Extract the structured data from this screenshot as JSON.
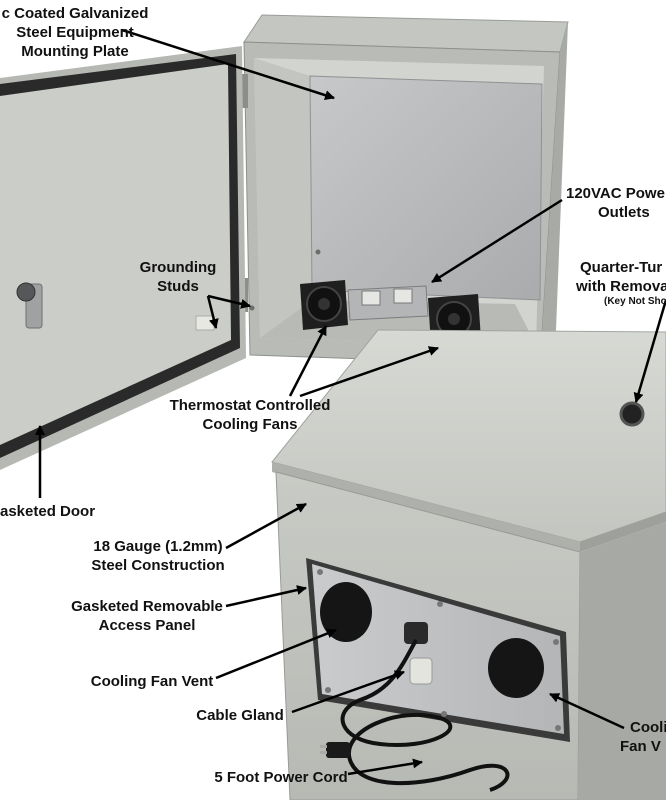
{
  "palette": {
    "enclosure": "#c9cbc6",
    "enclosure_dark": "#9ea19b",
    "interior": "#d4d6d1",
    "plate": "#c7c9cb",
    "gasket": "#2a2a2a",
    "fan": "#1c1c1c",
    "background": "#ffffff",
    "text": "#111111"
  },
  "callouts": {
    "mounting_plate": [
      "c Coated Galvanized",
      "Steel Equipment",
      "Mounting Plate"
    ],
    "outlets": [
      "120VAC Powe",
      "Outlets"
    ],
    "quarter_turn": [
      "Quarter-Tur",
      "with Remova"
    ],
    "key_note": "(Key Not Sho",
    "grounding": [
      "Grounding",
      "Studs"
    ],
    "fans": [
      "Thermostat Controlled",
      "Cooling Fans"
    ],
    "door": "asketed Door",
    "gauge": [
      "18 Gauge (1.2mm)",
      "Steel Construction"
    ],
    "panel": [
      "Gasketed Removable",
      "Access Panel"
    ],
    "vent_left": "Cooling Fan Vent",
    "gland": "Cable Gland",
    "vent_right": [
      "Cooli",
      "Fan V"
    ],
    "cord": "5 Foot Power Cord"
  }
}
